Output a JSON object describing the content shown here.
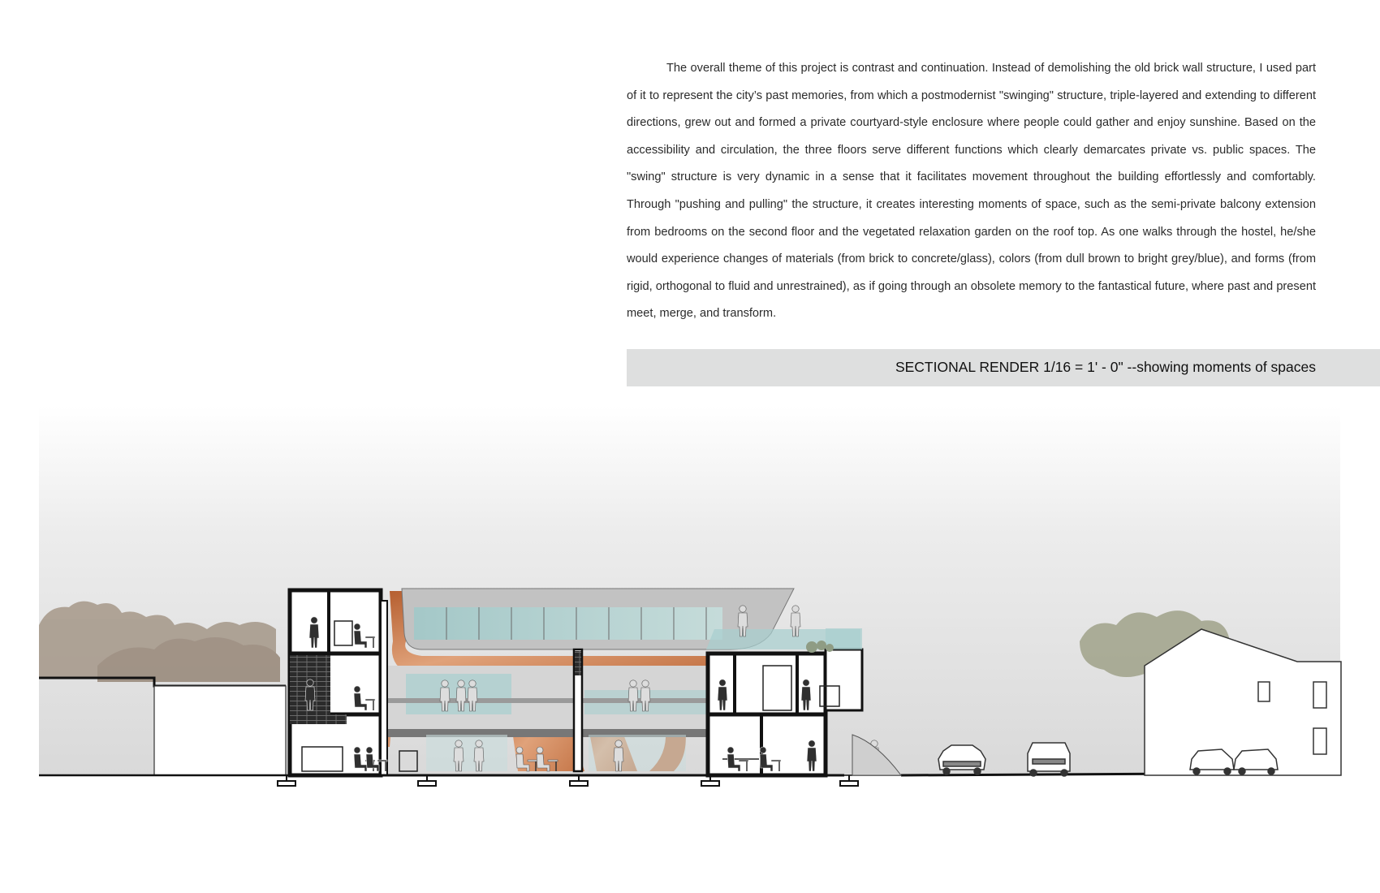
{
  "page": {
    "description": "The overall theme of this project is contrast and continuation. Instead of demolishing the old brick wall structure, I used part of it to represent the city’s past memories, from which a postmodernist \"swinging\" structure, triple-layered and extending to different directions, grew out and formed a private courtyard-style enclosure where people could gather and enjoy sunshine. Based on the accessibility and circulation, the three floors serve different functions which clearly demarcates private vs. public spaces. The \"swing\" structure is very dynamic in a sense that it facilitates movement throughout the building effortlessly and comfortably. Through \"pushing and pulling\" the structure, it creates interesting moments of space, such as the semi-private balcony extension from bedrooms on the second floor and the vegetated relaxation garden on the roof top. As one walks through the hostel, he/she would experience changes of materials (from brick to concrete/glass), colors (from dull brown to bright grey/blue), and forms (from rigid, orthogonal to fluid and unrestrained), as if going through an obsolete memory to the fantastical future, where past and present meet, merge, and transform.",
    "caption": "SECTIONAL RENDER 1/16 = 1' - 0\"  --showing moments of spaces"
  },
  "colors": {
    "copper": "#c8794a",
    "glass": "#a9cfcf",
    "concrete": "#b9b9b9",
    "brick_dark": "#2a2a2a",
    "foliage_brown": "#a89b8d",
    "foliage_green": "#a3a58e",
    "caption_bar": "#dedfdf"
  },
  "icons": {
    "building": "sectional-building-drawing",
    "trees": "tree-canopy",
    "cars": "car-silhouette",
    "people": "person-silhouette"
  }
}
